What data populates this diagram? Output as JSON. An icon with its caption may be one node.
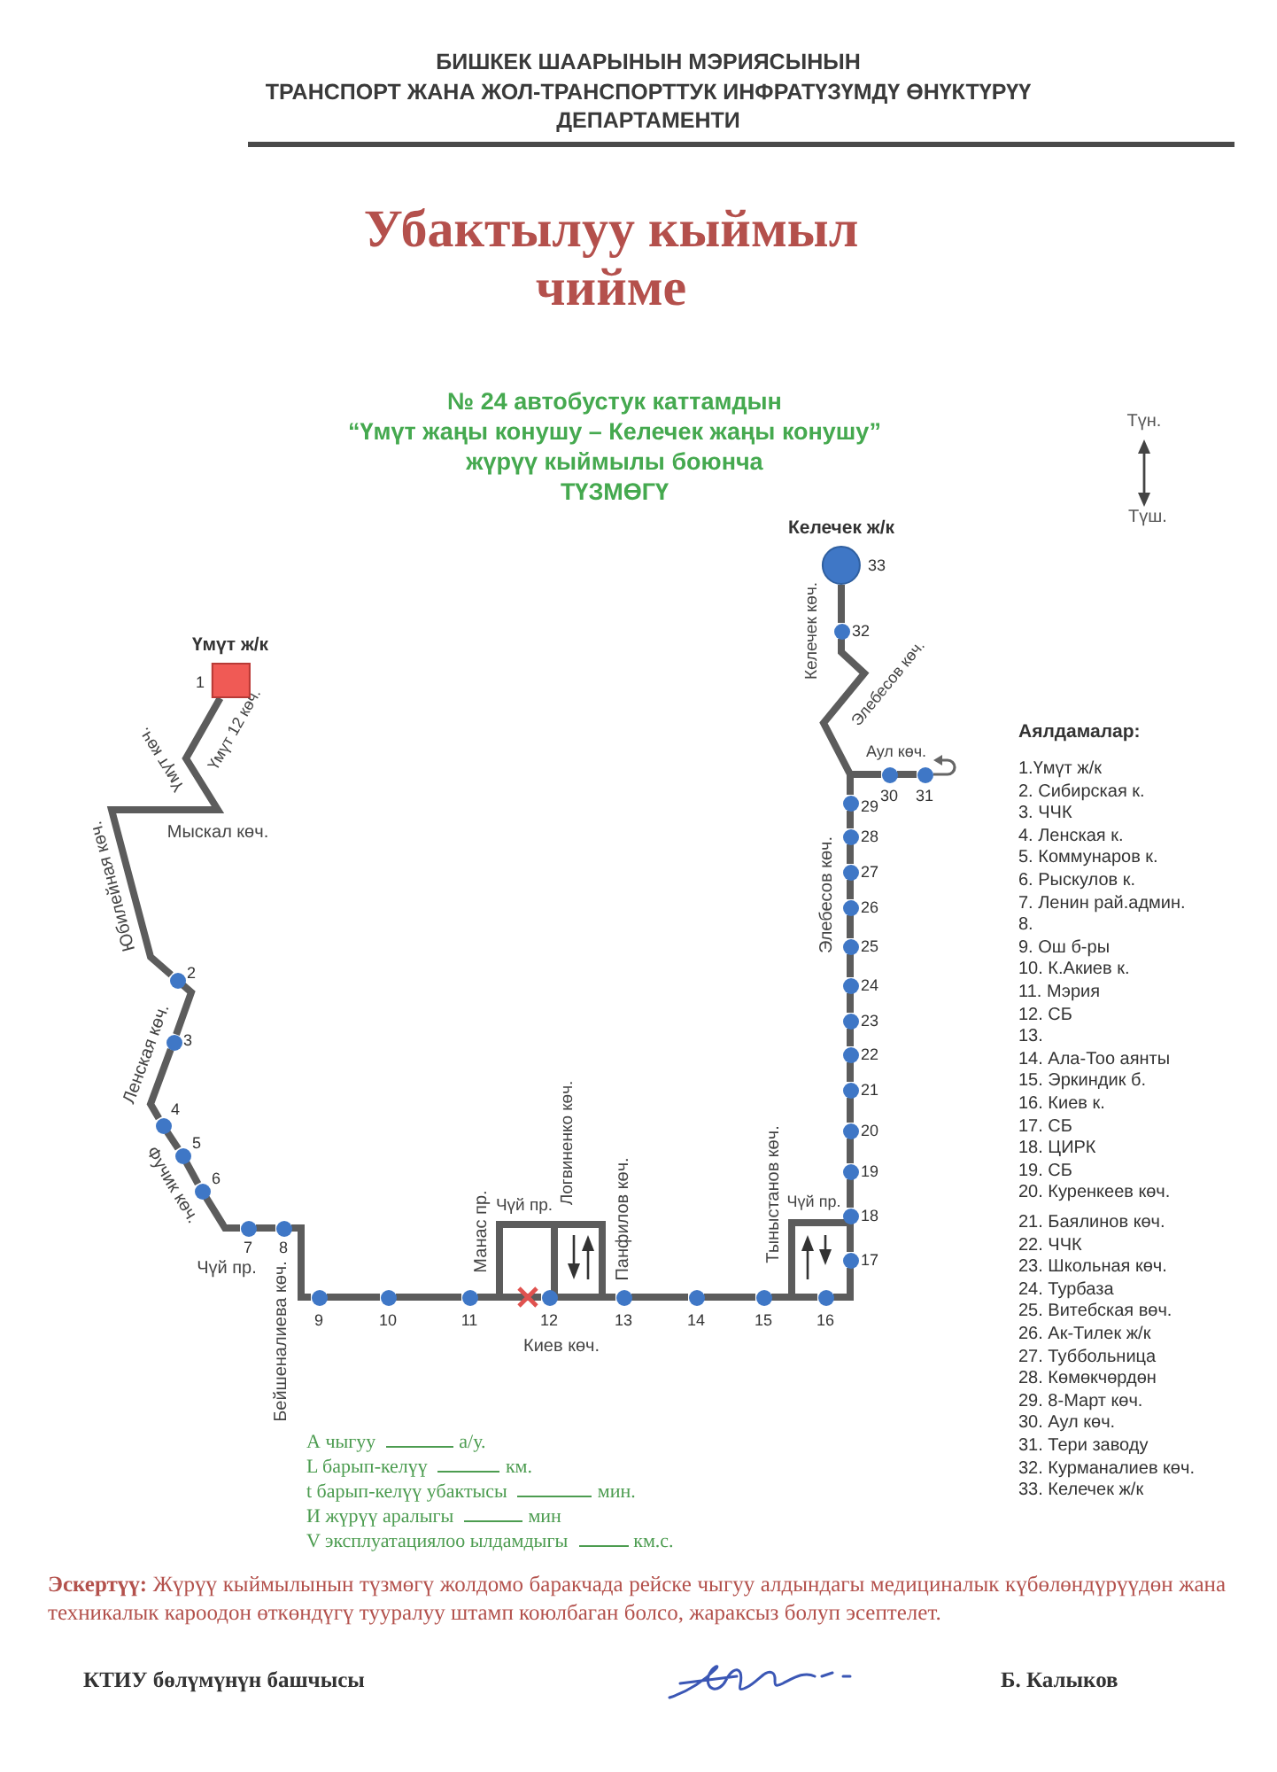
{
  "diagram": {
    "title": "Убактылуу кыймыл чийме",
    "nodes": [
      {
        "text": [
          "Үмүт ж/к"
        ],
        "beside": [
          "1"
        ]
      },
      {
        "text": [],
        "shape": "circle",
        "beside": [
          "2"
        ]
      },
      {
        "text": [],
        "shape": "circle",
        "beside": [
          "3"
        ]
      },
      {
        "text": [],
        "shape": "circle",
        "beside": [
          "4"
        ]
      },
      {
        "text": [],
        "shape": "circle",
        "beside": [
          "5"
        ]
      },
      {
        "text": [],
        "shape": "circle",
        "beside": [
          "6"
        ]
      },
      {
        "text": [],
        "shape": "circle",
        "beside": [
          "7"
        ]
      },
      {
        "text": [],
        "shape": "circle",
        "beside": [
          "8"
        ]
      },
      {
        "text": [],
        "shape": "circle",
        "beside": [
          "9"
        ]
      },
      {
        "text": [],
        "shape": "circle",
        "beside": [
          "10"
        ]
      },
      {
        "text": [],
        "shape": "circle",
        "beside": [
          "11"
        ]
      },
      {
        "text": [],
        "shape": "circle",
        "beside": [
          "12"
        ]
      },
      {
        "text": [],
        "shape": "circle",
        "beside": [
          "13"
        ]
      },
      {
        "text": [],
        "shape": "circle",
        "beside": [
          "14"
        ]
      },
      {
        "text": [],
        "shape": "circle",
        "beside": [
          "15"
        ]
      },
      {
        "text": [],
        "shape": "circle",
        "beside": [
          "16"
        ]
      },
      {
        "text": [],
        "shape": "circle",
        "beside": [
          "17"
        ]
      },
      {
        "text": [],
        "shape": "circle",
        "beside": [
          "18"
        ]
      },
      {
        "text": [],
        "shape": "circle",
        "beside": [
          "19"
        ]
      },
      {
        "text": [],
        "shape": "circle",
        "beside": [
          "20"
        ]
      },
      {
        "text": [],
        "shape": "circle",
        "beside": [
          "21"
        ]
      },
      {
        "text": [],
        "shape": "circle",
        "beside": [
          "22"
        ]
      },
      {
        "text": [],
        "shape": "circle",
        "beside": [
          "23"
        ]
      },
      {
        "text": [],
        "shape": "circle",
        "beside": [
          "24"
        ]
      },
      {
        "text": [],
        "shape": "circle",
        "beside": [
          "25"
        ]
      },
      {
        "text": [],
        "shape": "circle",
        "beside": [
          "26"
        ]
      },
      {
        "text": [],
        "shape": "circle",
        "beside": [
          "27"
        ]
      },
      {
        "text": [],
        "shape": "circle",
        "beside": [
          "28"
        ]
      },
      {
        "text": [],
        "shape": "circle",
        "beside": [
          "29"
        ]
      },
      {
        "text": [],
        "shape": "circle",
        "beside": [
          "30"
        ]
      },
      {
        "text": [],
        "shape": "circle",
        "beside": [
          "31"
        ]
      },
      {
        "text": [],
        "shape": "circle",
        "beside": [
          "32"
        ]
      },
      {
        "text": [
          "Келечек ж/к"
        ],
        "beside": [
          "33"
        ]
      }
    ],
    "edges": [
      {
        "from": 0,
        "to": 1,
        "arrow": "none"
      },
      {
        "from": 1,
        "to": 2,
        "arrow": "none"
      },
      {
        "from": 2,
        "to": 3,
        "arrow": "none"
      },
      {
        "from": 3,
        "to": 4,
        "arrow": "none"
      },
      {
        "from": 4,
        "to": 5,
        "arrow": "none"
      },
      {
        "from": 5,
        "to": 6,
        "arrow": "none"
      },
      {
        "from": 6,
        "to": 7,
        "arrow": "none"
      },
      {
        "from": 7,
        "to": 8,
        "arrow": "none"
      },
      {
        "from": 8,
        "to": 9,
        "arrow": "none"
      },
      {
        "from": 9,
        "to": 10,
        "arrow": "none"
      },
      {
        "from": 10,
        "to": 11,
        "arrow": "none"
      },
      {
        "from": 11,
        "to": 12,
        "arrow": "none"
      },
      {
        "from": 12,
        "to": 13,
        "arrow": "none"
      },
      {
        "from": 13,
        "to": 14,
        "arrow": "none"
      },
      {
        "from": 14,
        "to": 15,
        "arrow": "none"
      },
      {
        "from": 15,
        "to": 16,
        "arrow": "none"
      },
      {
        "from": 16,
        "to": 17,
        "arrow": "none"
      },
      {
        "from": 17,
        "to": 18,
        "arrow": "none"
      },
      {
        "from": 18,
        "to": 19,
        "arrow": "none"
      },
      {
        "from": 19,
        "to": 20,
        "arrow": "none"
      },
      {
        "from": 20,
        "to": 21,
        "arrow": "none"
      },
      {
        "from": 21,
        "to": 22,
        "arrow": "none"
      },
      {
        "from": 22,
        "to": 23,
        "arrow": "none"
      },
      {
        "from": 23,
        "to": 24,
        "arrow": "none"
      },
      {
        "from": 24,
        "to": 25,
        "arrow": "none"
      },
      {
        "from": 25,
        "to": 26,
        "arrow": "none"
      },
      {
        "from": 26,
        "to": 27,
        "arrow": "none"
      },
      {
        "from": 27,
        "to": 28,
        "arrow": "none"
      },
      {
        "from": 28,
        "to": 29,
        "arrow": "none"
      },
      {
        "from": 29,
        "to": 30,
        "arrow": "none"
      },
      {
        "from": 28,
        "to": 31,
        "arrow": "none"
      },
      {
        "from": 31,
        "to": 32,
        "arrow": "none"
      }
    ],
    "labels": [
      "БИШКЕК ШААРЫНЫН МЭРИЯСЫНЫН ТРАНСПОРТ ЖАНА ЖОЛ-ТРАНСПОРТТУК ИНФРАТҮЗҮМДҮ ӨНҮКТҮРҮҮ ДЕПАРТАМЕНТИ",
      "№ 24 автобустук каттамдын “Үмүт жаңы конушу – Келечек жаңы конушу” жүрүү кыймылы боюнча ТҮЗМӨГҮ",
      "Түн.",
      "Түш.",
      "Келечек көч.",
      "Элебесов көч.",
      "Үмүт көч.",
      "Үмүт 12 көч.",
      "Аул көч.",
      "Мыскал көч.",
      "Юбилейная көч.",
      "Элебесов көч.",
      "Ленская көч.",
      "Фучик көч.",
      "Логвиненко көч.",
      "Панфилов көч.",
      "Тыныстанов көч.",
      "Манас пр.",
      "Чүй пр.",
      "Чүй пр.",
      "Чүй пр.",
      "Бейшеналиева көч.",
      "Киев көч.",
      "Аялдамалар:",
      "1.Үмүт ж/к",
      "2. Сибирская к.",
      "3. ЧЧК",
      "4. Ленская к.",
      "5. Коммунаров к.",
      "6. Рыскулов к.",
      "7. Ленин рай.админ.",
      "8.",
      "9. Ош б-ры",
      "10. К.Акиев к.",
      "11. Мэрия",
      "12. СБ",
      "13.",
      "14. Ала-Тоо аянты",
      "15. Эркиндик б.",
      "16. Киев к.",
      "17. СБ",
      "18. ЦИРК",
      "19. СБ",
      "20. Куренкеев көч.",
      "21. Баялинов көч.",
      "22. ЧЧК",
      "23. Школьная көч.",
      "24. Турбаза",
      "25. Витебская вөч.",
      "26. Ак-Тилек ж/к",
      "27. Туббольница",
      "28. Көмөкчөрдөн",
      "29. 8-Март көч.",
      "30. Аул көч.",
      "31. Тери заводу",
      "32. Курманалиев көч.",
      "33. Келечек ж/к",
      "А чыгуу",
      "а/у.",
      "L барып-келүү",
      "км.",
      "t барып-келүү убактысы",
      "мин.",
      "И жүрүү аралыгы",
      "мин",
      "V эксплуатациялоо ылдамдыгы",
      "км.с.",
      "**Эскертүү:** Жүрүү кыймылынын түзмөгү жолдомо баракчада рейске чыгуу алдындагы медициналык күбөлөндүрүүдөн жана техникалык кароодон өткөндүгү тууралуу штамп коюлбаган болсо, жараксыз болуп эсептелет.",
      "КТИУ бөлүмүнүн башчысы",
      "Б. Калыков"
    ]
  }
}
